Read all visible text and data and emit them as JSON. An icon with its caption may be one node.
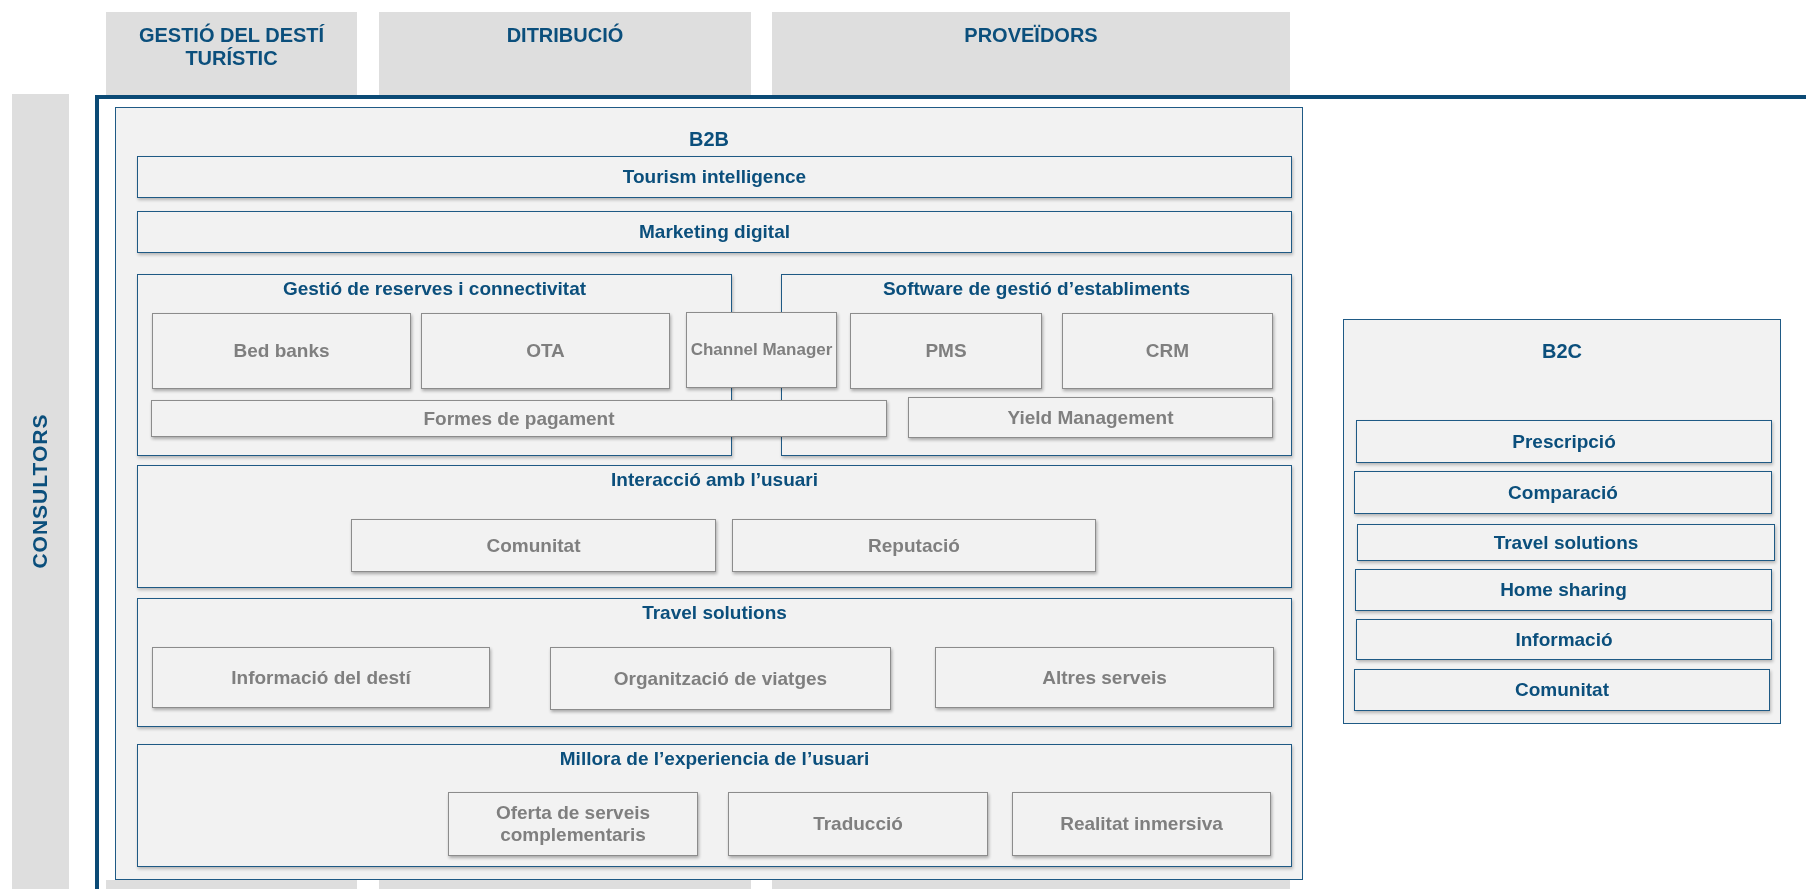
{
  "diagram": {
    "nodes": [
      {
        "text": [
          "GESTIÓ DEL DESTÍ TURÍSTIC"
        ]
      },
      {
        "text": [
          "DITRIBUCIÓ"
        ]
      },
      {
        "text": [
          "PROVEÏDORS"
        ]
      },
      {
        "text": [
          "CONSULTORS"
        ]
      },
      {
        "text": [
          "B2B"
        ]
      },
      {
        "text": [
          "Tourism intelligence"
        ],
        "in": 4
      },
      {
        "text": [
          "Marketing digital"
        ],
        "in": 4
      },
      {
        "text": [
          "Gestió de reserves i connectivitat"
        ],
        "in": 4
      },
      {
        "text": [
          "Bed banks"
        ],
        "in": 7
      },
      {
        "text": [
          "OTA"
        ],
        "in": 7
      },
      {
        "text": [
          "Channel Manager"
        ],
        "in": 4
      },
      {
        "text": [
          "Software de gestió d’establiments"
        ],
        "in": 4
      },
      {
        "text": [
          "PMS"
        ],
        "in": 11
      },
      {
        "text": [
          "CRM"
        ],
        "in": 11
      },
      {
        "text": [
          "Formes de pagament"
        ],
        "in": 4
      },
      {
        "text": [
          "Yield Management"
        ],
        "in": 11
      },
      {
        "text": [
          "Interacció amb l’usuari"
        ],
        "in": 4
      },
      {
        "text": [
          "Comunitat"
        ],
        "in": 16
      },
      {
        "text": [
          "Reputació"
        ],
        "in": 16
      },
      {
        "text": [
          "Travel solutions"
        ],
        "in": 4
      },
      {
        "text": [
          "Informació del destí"
        ],
        "in": 19
      },
      {
        "text": [
          "Organització de viatges"
        ],
        "in": 19
      },
      {
        "text": [
          "Altres serveis"
        ],
        "in": 19
      },
      {
        "text": [
          "Millora de l’experiencia de l’usuari"
        ],
        "in": 4
      },
      {
        "text": [
          "Oferta de serveis complementaris"
        ],
        "in": 23
      },
      {
        "text": [
          "Traducció"
        ],
        "in": 23
      },
      {
        "text": [
          "Realitat inmersiva"
        ],
        "in": 23
      },
      {
        "text": [
          "B2C"
        ]
      },
      {
        "text": [
          "Prescripció"
        ],
        "in": 27
      },
      {
        "text": [
          "Comparació"
        ],
        "in": 27
      },
      {
        "text": [
          "Travel solutions"
        ],
        "in": 27
      },
      {
        "text": [
          "Home sharing"
        ],
        "in": 27
      },
      {
        "text": [
          "Informació"
        ],
        "in": 27
      },
      {
        "text": [
          "Comunitat"
        ],
        "in": 27
      }
    ]
  }
}
